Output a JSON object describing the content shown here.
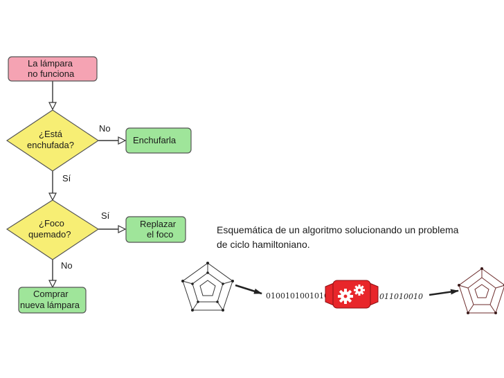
{
  "flowchart": {
    "start": {
      "lines": [
        "La lámpara",
        "no funciona"
      ],
      "fill": "#f5a3b3"
    },
    "decision1": {
      "lines": [
        "¿Está",
        "enchufada?"
      ],
      "fill": "#f7ee74"
    },
    "decision2": {
      "lines": [
        "¿Foco",
        "quemado?"
      ],
      "fill": "#f7ee74"
    },
    "action1": {
      "lines": [
        "Enchufarla"
      ],
      "fill": "#9fe59a"
    },
    "action2": {
      "lines": [
        "Replazar",
        "el foco"
      ],
      "fill": "#9fe59a"
    },
    "action3": {
      "lines": [
        "Comprar",
        "nueva lámpara"
      ],
      "fill": "#9fe59a"
    },
    "labels": {
      "no1": "No",
      "si1": "Sí",
      "si2": "Sí",
      "no2": "No"
    }
  },
  "caption": "Esquemática de un algoritmo solucionando un problema de ciclo hamiltoniano.",
  "illustration": {
    "bits_left": "0100101001010",
    "bits_right": "011010010",
    "machine_color": "#e8262a"
  }
}
